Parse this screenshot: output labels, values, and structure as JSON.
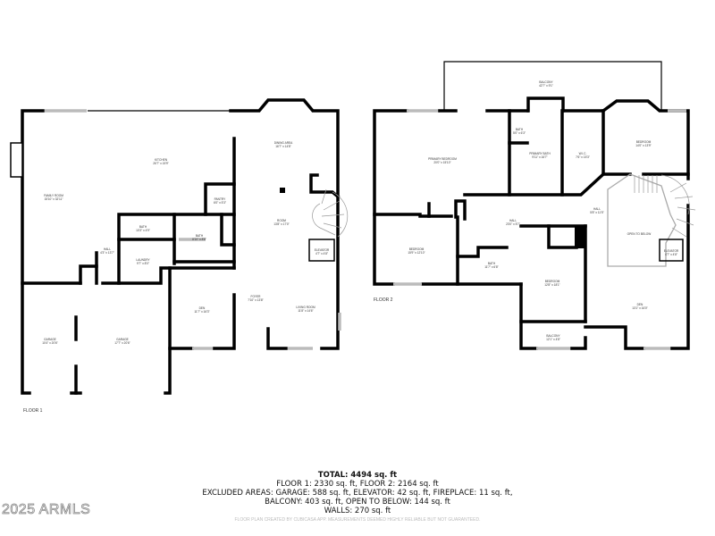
{
  "floor1": {
    "label": "FLOOR 1",
    "rooms": [
      {
        "name": "FAMILY ROOM",
        "dims": "15'10\" x 32'11\""
      },
      {
        "name": "KITCHEN",
        "dims": "26'7\" x 15'9\""
      },
      {
        "name": "DINING AREA",
        "dims": "16'7\" x 14'8\""
      },
      {
        "name": "PANTRY",
        "dims": "6'0\" x 5'3\""
      },
      {
        "name": "BATH",
        "dims": "10'3\" x 4'9\""
      },
      {
        "name": "BATH",
        "dims": "8'10\" x 8'8\""
      },
      {
        "name": "HALL",
        "dims": "4'3\" x 13'7\""
      },
      {
        "name": "LAUNDRY",
        "dims": "9'7\" x 8'0\""
      },
      {
        "name": "ROOM",
        "dims": "13'8\" x 17'0\""
      },
      {
        "name": "ELEVATOR",
        "dims": "4'7\" x 4'8\""
      },
      {
        "name": "DEN",
        "dims": "11'7\" x 16'3\""
      },
      {
        "name": "FOYER",
        "dims": "7'10\" x 13'8\""
      },
      {
        "name": "LIVING ROOM",
        "dims": "11'8\" x 14'6\""
      },
      {
        "name": "GARAGE",
        "dims": "10'4\" x 20'6\""
      },
      {
        "name": "GARAGE",
        "dims": "17'7\" x 20'6\""
      }
    ]
  },
  "floor2": {
    "label": "FLOOR 2",
    "rooms": [
      {
        "name": "BALCONY",
        "dims": "42'7\" x 9'1\""
      },
      {
        "name": "PRIMARY BEDROOM",
        "dims": "20'0\" x 15'10\""
      },
      {
        "name": "BATH",
        "dims": "5'0\" x 6'3\""
      },
      {
        "name": "PRIMARY BATH",
        "dims": "9'11\" x 16'7\""
      },
      {
        "name": "W.I.C.",
        "dims": "7'6\" x 15'3\""
      },
      {
        "name": "BEDROOM",
        "dims": "14'0\" x 13'9\""
      },
      {
        "name": "HALL",
        "dims": "23'0\" x 5'7\""
      },
      {
        "name": "HALL",
        "dims": "5'8\" x 11'5\""
      },
      {
        "name": "BEDROOM",
        "dims": "15'9\" x 12'10\""
      },
      {
        "name": "BATH",
        "dims": "11'7\" x 6'8\""
      },
      {
        "name": "BEDROOM",
        "dims": "12'8\" x 18'1\""
      },
      {
        "name": "BALCONY",
        "dims": "12'1\" x 4'8\""
      },
      {
        "name": "OPEN TO BELOW",
        "dims": ""
      },
      {
        "name": "ELEVATOR",
        "dims": "4'7\" x 4'8\""
      },
      {
        "name": "DEN",
        "dims": "13'1\" x 16'0\""
      }
    ]
  },
  "summary": {
    "total": "TOTAL: 4494 sq. ft",
    "floors": "FLOOR 1: 2330 sq. ft, FLOOR 2: 2164 sq. ft",
    "excluded1": "EXCLUDED AREAS: GARAGE: 588 sq. ft, ELEVATOR: 42 sq. ft, FIREPLACE: 11 sq. ft,",
    "excluded2": "BALCONY: 403 sq. ft, OPEN TO BELOW: 144 sq. ft",
    "walls": "WALLS: 270 sq. ft"
  },
  "credit": "FLOOR PLAN CREATED BY CUBICASA APP. MEASUREMENTS DEEMED HIGHLY RELIABLE BUT NOT GUARANTEED.",
  "watermark": "2025 ARMLS"
}
